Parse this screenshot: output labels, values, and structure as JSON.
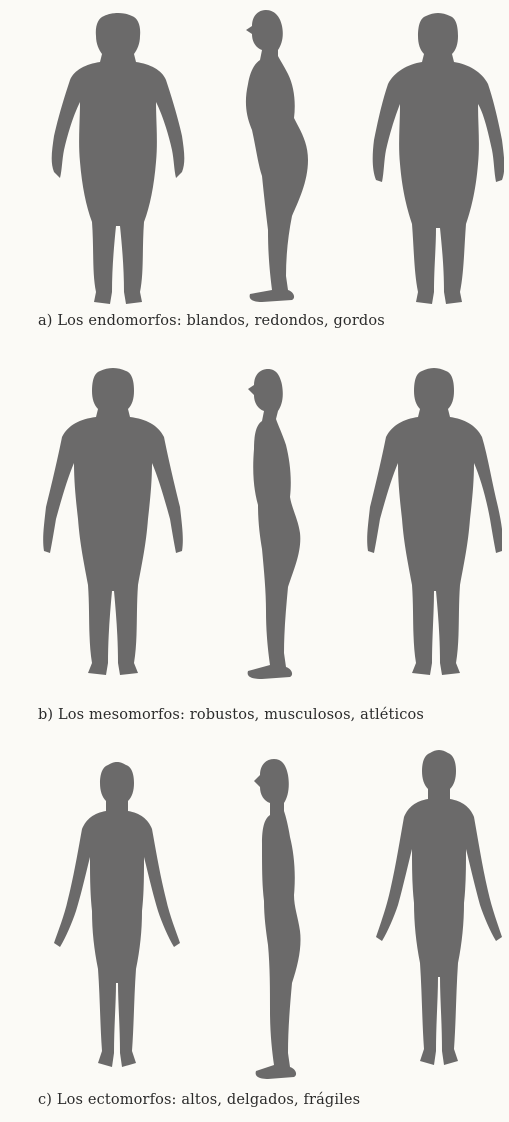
{
  "rows": [
    {
      "caption": "a) Los endomorfos: blandos, redondos, gordos"
    },
    {
      "caption": "b) Los mesomorfos: robustos, musculosos, atléticos"
    },
    {
      "caption": "c) Los ectomorfos: altos, delgados, frágiles"
    }
  ],
  "colors": {
    "silhouette": "#6b6a6a",
    "paper": "#fbfaf6",
    "text": "#2b2b2b"
  }
}
